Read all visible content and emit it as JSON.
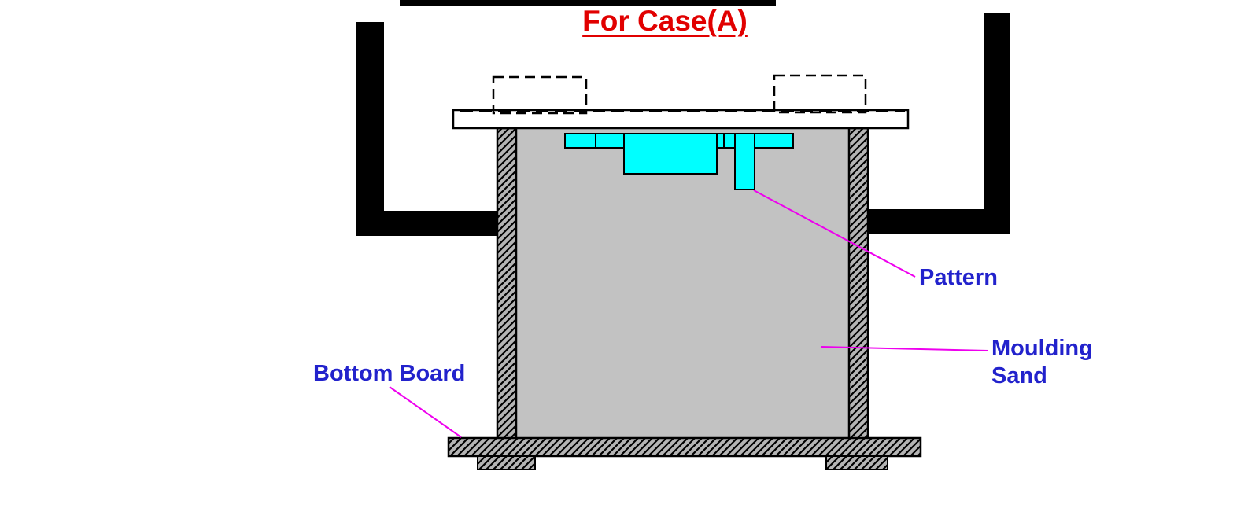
{
  "title": {
    "text": "For Case(A)"
  },
  "annotations": {
    "pattern_label": "Pattern",
    "moulding_sand_line1": "Moulding",
    "moulding_sand_line2": "Sand",
    "bottom_board_label": "Bottom Board"
  },
  "colors": {
    "title_red": "#e10000",
    "label_blue": "#2222cc",
    "leader_magenta": "#ee00ee",
    "pattern_cyan": "#00ffff",
    "sand_grey": "#c2c2c2",
    "board_white": "#ffffff",
    "ink_black": "#000000"
  }
}
